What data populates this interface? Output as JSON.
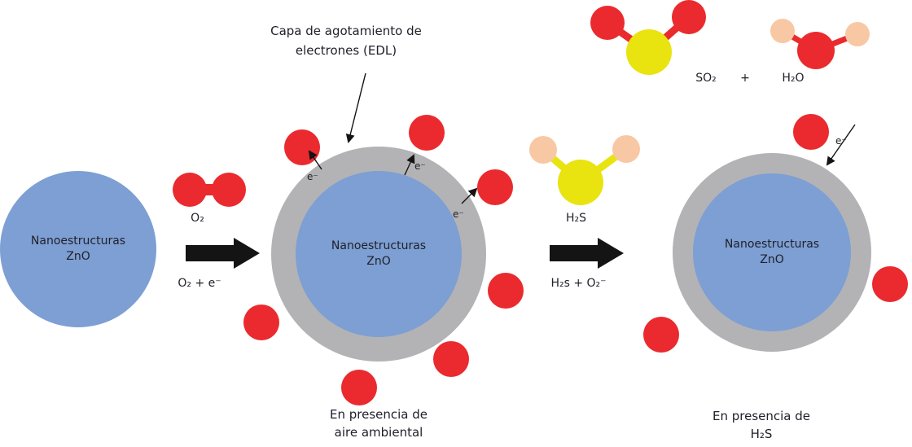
{
  "colors": {
    "zno_blue": "#7d9fd3",
    "edl_gray": "#b3b3b5",
    "oxygen_red": "#ea2a2e",
    "sulfur_yellow": "#e9e30f",
    "hydrogen_peach": "#f8c8a4",
    "text_dark": "#21212b",
    "arrow_black": "#141414"
  },
  "annotations": {
    "edl": {
      "line1": "Capa de agotamiento de",
      "line2": "electrones (EDL)"
    }
  },
  "particles": {
    "left": {
      "line1": "Nanoestructuras",
      "line2": "ZnO"
    },
    "middle": {
      "line1": "Nanoestructuras",
      "line2": "ZnO"
    },
    "right": {
      "line1": "Nanoestructuras",
      "line2": "ZnO"
    }
  },
  "arrows": {
    "air": {
      "top": "O₂",
      "bottom": "O₂ + e⁻"
    },
    "h2s": {
      "top": "H₂S",
      "bottom": "H₂s + O₂⁻"
    }
  },
  "electrons": {
    "label": "e⁻"
  },
  "products": {
    "so2": "SO₂",
    "plus": "+",
    "h2o": "H₂O"
  },
  "captions": {
    "air": {
      "line1": "En presencia de",
      "line2": "aire ambiental"
    },
    "h2s": {
      "line1": "En presencia de",
      "line2": "H₂S"
    }
  }
}
